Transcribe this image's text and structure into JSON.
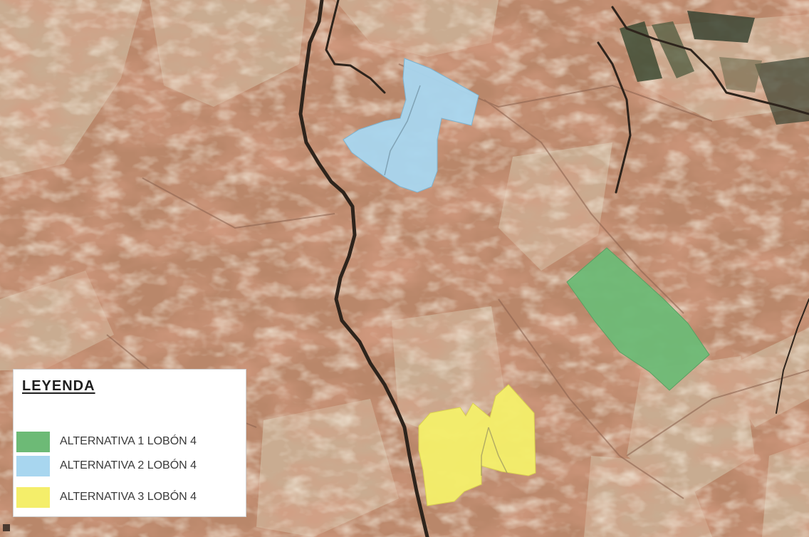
{
  "legend": {
    "title": "LEYENDA",
    "items": [
      {
        "label": "ALTERNATIVA 1 LOBÓN 4",
        "color": "#6dba76"
      },
      {
        "label": "ALTERNATIVA 2 LOBÓN 4",
        "color": "#a8d6ef"
      },
      {
        "label": "ALTERNATIVA 3 LOBÓN 4",
        "color": "#f4ee6a"
      }
    ]
  },
  "map": {
    "base_color": "#b9876a",
    "soil_color": "#a8563c",
    "light_color": "#cdb49a",
    "river_color": "#2e241c"
  }
}
